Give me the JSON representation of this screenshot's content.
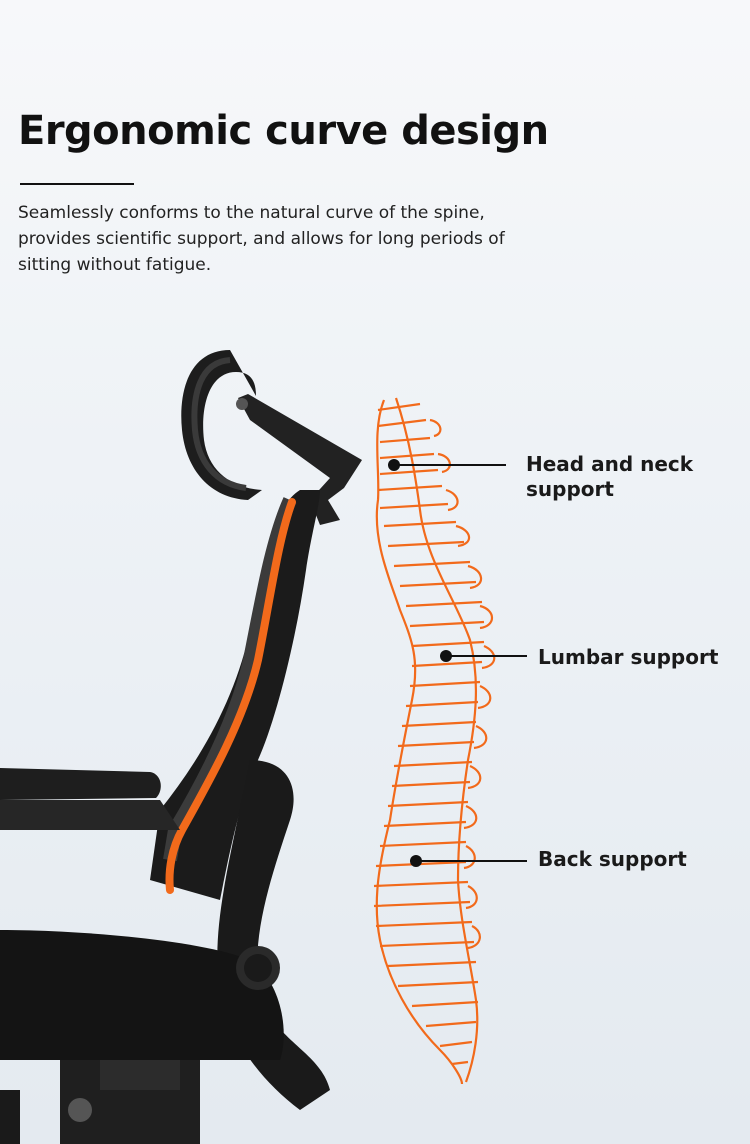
{
  "header": {
    "title": "Ergonomic curve design",
    "description": "Seamlessly conforms to the natural curve of the spine, provides scientific support, and allows for long periods of sitting without fatigue."
  },
  "callouts": {
    "head_neck": "Head and neck support",
    "lumbar": "Lumbar support",
    "back": "Back support"
  },
  "colors": {
    "accent": "#f26a1b",
    "chair": "#1b1b1b",
    "text": "#111111"
  }
}
